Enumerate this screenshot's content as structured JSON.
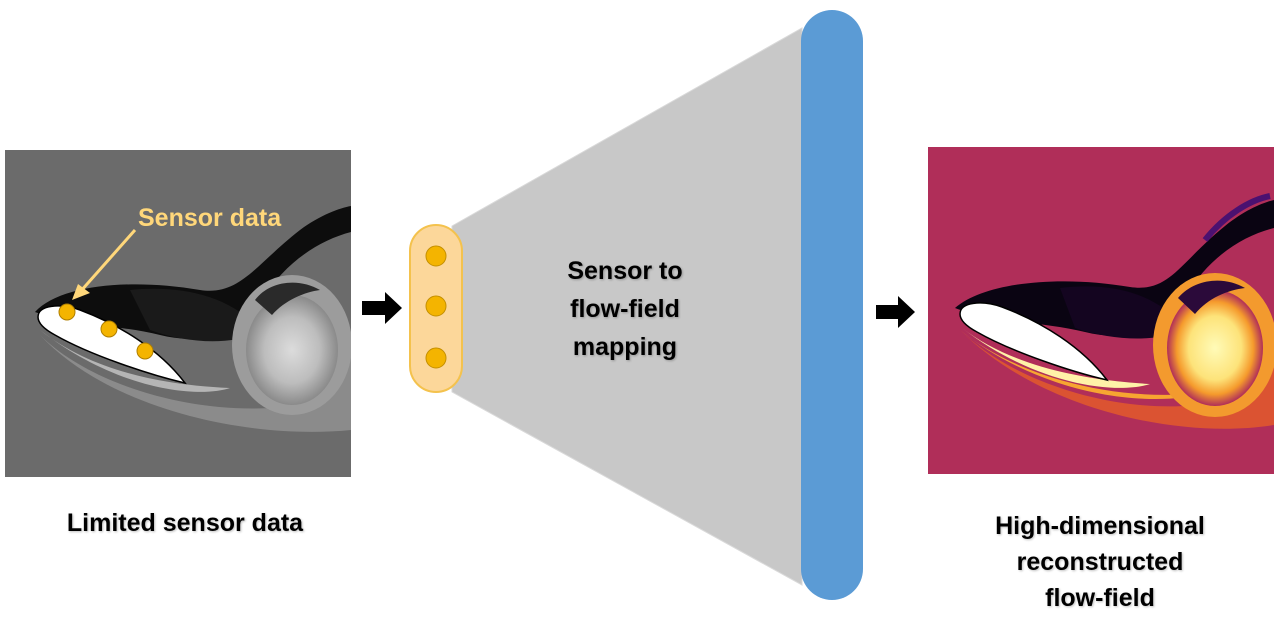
{
  "labels": {
    "sensor_annotation": "Sensor data",
    "mapping_label": "Sensor to\nflow-field\nmapping",
    "input_caption": "Limited sensor data",
    "output_caption": "High-dimensional\nreconstructed\nflow-field"
  },
  "colors": {
    "input_panel_bg": "#6b6b6b",
    "output_panel_bg": "#b02e59",
    "sensor_dot": "#f4b400",
    "sensor_annotation": "#ffd77a",
    "input_layer_fill": "#fcd79a",
    "input_layer_stroke": "#f4c24d",
    "decoder_trapezoid": "#c8c8c8",
    "output_layer": "#5b9bd5",
    "arrow": "#000000"
  },
  "icons": {
    "arrow_left": "right-arrow-icon",
    "arrow_right": "right-arrow-icon"
  }
}
